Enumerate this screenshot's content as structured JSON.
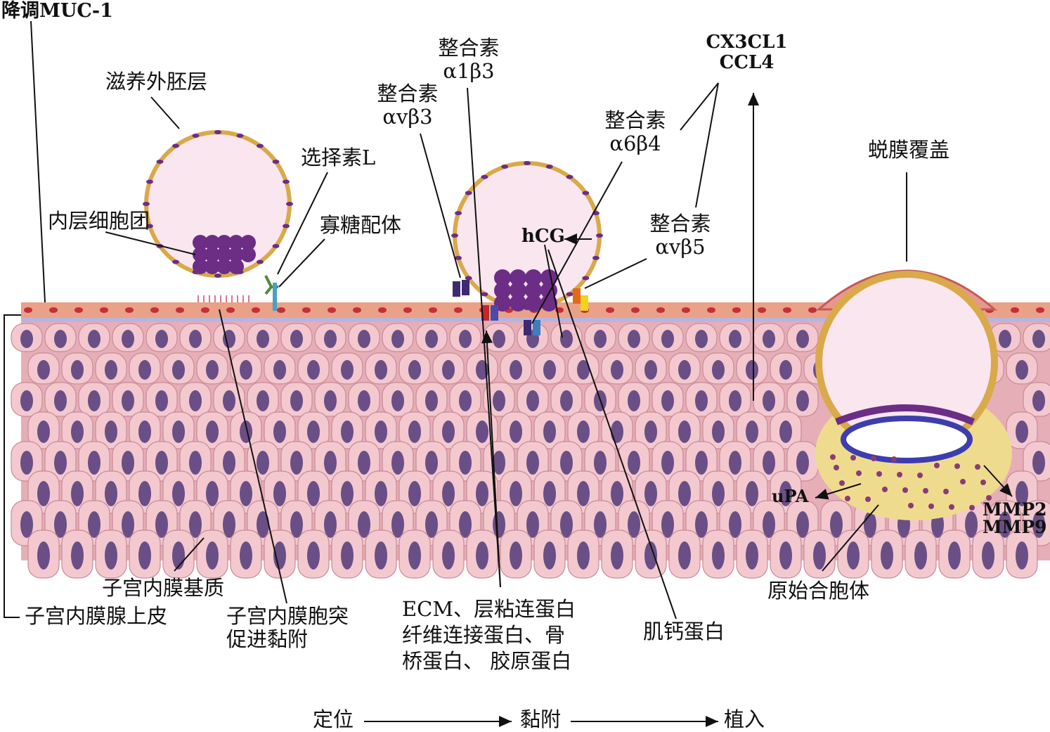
{
  "labels": {
    "muc1": "降调MUC-1",
    "trophectoderm": "滋养外胚层",
    "selectin": "选择素L",
    "icm": "内层细胞团",
    "oligo": "寡糖配体",
    "int_a1b3_l1": "整合素",
    "int_a1b3_l2": "α1β3",
    "int_avb3_l1": "整合素",
    "int_avb3_l2": "αvβ3",
    "int_a6b4_l1": "整合素",
    "int_a6b4_l2": "α6β4",
    "int_avb5_l1": "整合素",
    "int_avb5_l2": "αvβ5",
    "cx3cl1": "CX3CL1",
    "ccl4": "CCL4",
    "hcg": "hCG",
    "decidua": "蜕膜覆盖",
    "upa": "uPA",
    "mmp2": "MMP2",
    "mmp9": "MMP9",
    "matrix": "子宫内膜基质",
    "epithelium": "子宫内膜腺上皮",
    "pinopodes_l1": "子宫内膜胞突",
    "pinopodes_l2": "促进黏附",
    "ecm_l1": "ECM、层粘连蛋白",
    "ecm_l2": "纤维连接蛋白、骨",
    "ecm_l3": "桥蛋白、 胶原蛋白",
    "trophinin": "肌钙蛋白",
    "syncytio": "原始合胞体",
    "stage1": "定位",
    "stage2": "黏附",
    "stage3": "植入"
  },
  "colors": {
    "tissue": "#e6aeb7",
    "cell_fill": "#f3c9cf",
    "nucleus": "#6a4f86",
    "epithelium": "#e9a188",
    "trophoblast": "#d9a94a",
    "blastocoel": "#f9e6ee",
    "icm": "#6b2d86",
    "syncytium": "#efdb8e"
  }
}
